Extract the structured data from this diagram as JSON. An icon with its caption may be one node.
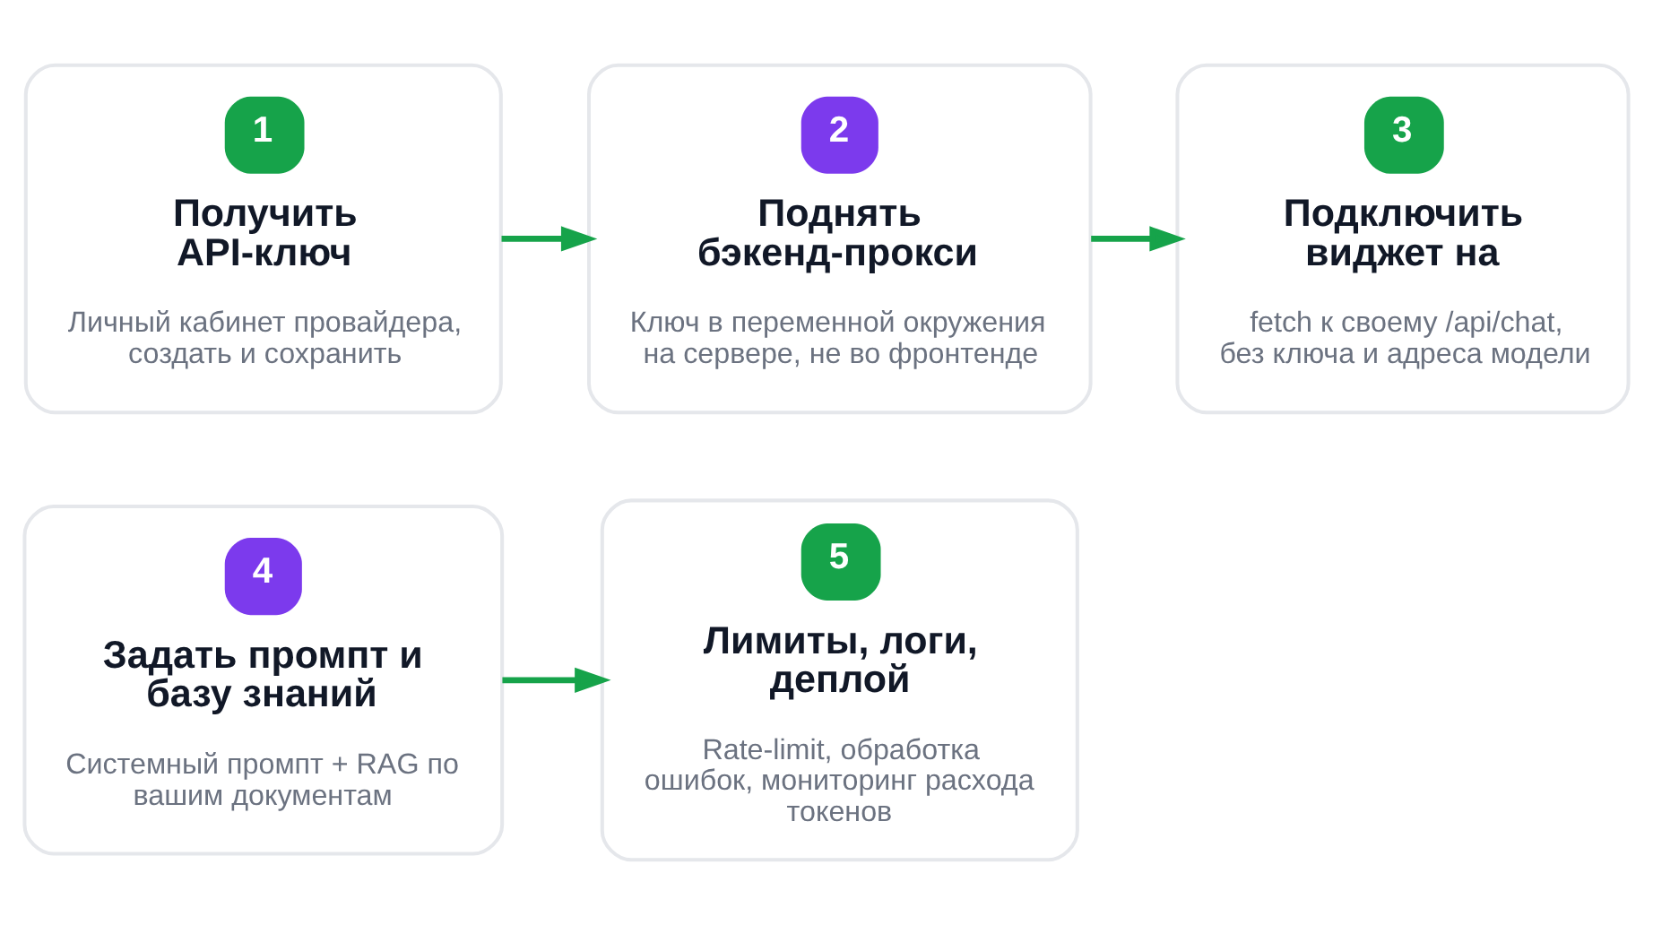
{
  "diagram": {
    "nodes": [
      {
        "text": [
          "1",
          "Получить API-ключ",
          "Личный кабинет провайдера, создать и сохранить"
        ]
      },
      {
        "text": [
          "2",
          "Поднять бэкенд-прокси",
          "Ключ в переменной окружения на сервере, не во фронтенде"
        ]
      },
      {
        "text": [
          "3",
          "Подключить виджет на",
          "fetch к своему /api/chat, без ключа и адреса модели"
        ]
      },
      {
        "text": [
          "4",
          "Задать промпт и базу знаний",
          "Системный промпт + RAG по вашим документам"
        ]
      },
      {
        "text": [
          "5",
          "Лимиты, логи, деплой",
          "Rate-limit, обработка ошибок, мониторинг расхода токенов"
        ]
      }
    ],
    "edges": [
      {
        "from": 0,
        "to": 1,
        "arrow": "to"
      },
      {
        "from": 1,
        "to": 2,
        "arrow": "to"
      },
      {
        "from": 3,
        "to": 4,
        "arrow": "to"
      }
    ]
  }
}
